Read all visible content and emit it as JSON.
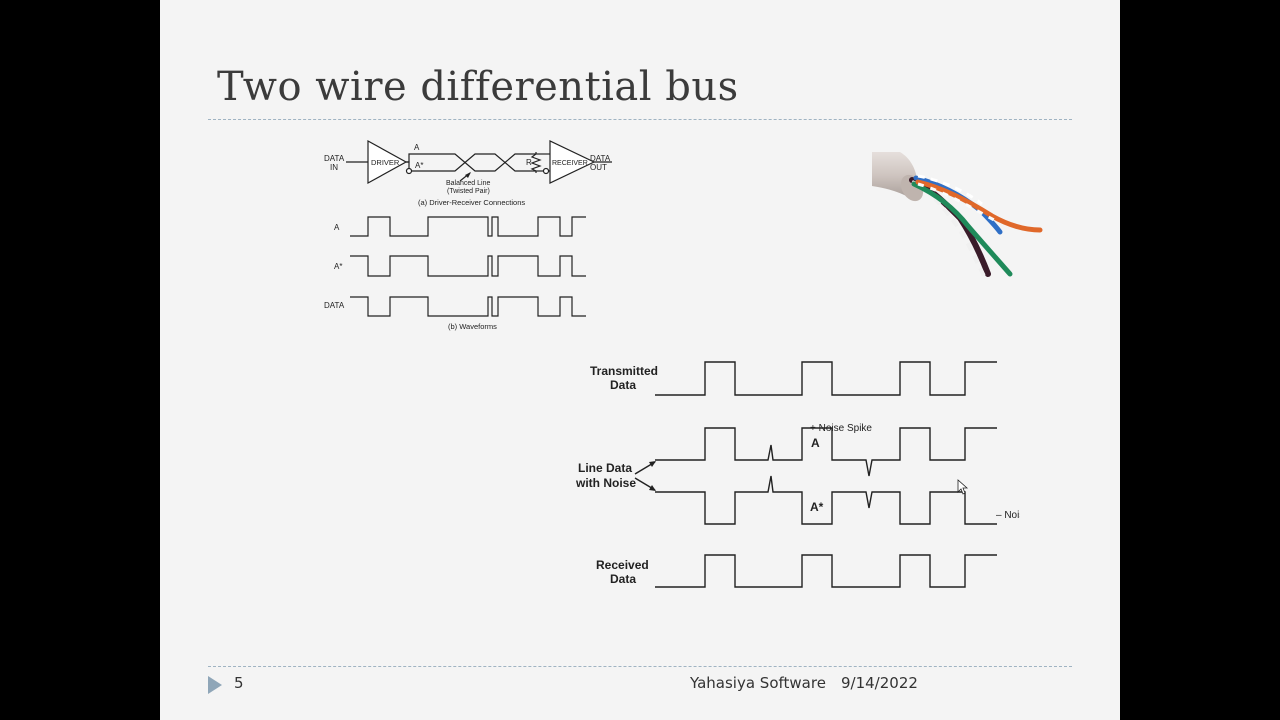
{
  "slide": {
    "title": "Two wire differential bus",
    "page_number": "5",
    "company": "Yahasiya Software",
    "date": "9/14/2022"
  },
  "diagram_a": {
    "data_in": [
      "DATA",
      "IN"
    ],
    "data_out": [
      "DATA",
      "OUT"
    ],
    "driver": "DRIVER",
    "receiver": "RECEIVER",
    "line_a": "A",
    "line_a_star": "A*",
    "resistor": "R",
    "balanced_line": [
      "Balanced Line",
      "(Twisted Pair)"
    ],
    "caption_connections": "(a) Driver-Receiver Connections",
    "wave_labels": [
      "A",
      "A*",
      "DATA"
    ],
    "caption_waveforms": "(b) Waveforms"
  },
  "diagram_b": {
    "transmitted": [
      "Transmitted",
      "Data"
    ],
    "line_a": "A",
    "line_noise": [
      "Line Data",
      "with Noise"
    ],
    "line_a_star": "A*",
    "plus_spike": "+ Noise Spike",
    "minus_spike": "– Noise Spike",
    "received": [
      "Received",
      "Data"
    ]
  },
  "colors": {
    "slide_bg": "#f4f4f4",
    "title": "#3b3b3b",
    "rule": "#9fb3c2",
    "footer_arrow": "#8fa6b8"
  }
}
